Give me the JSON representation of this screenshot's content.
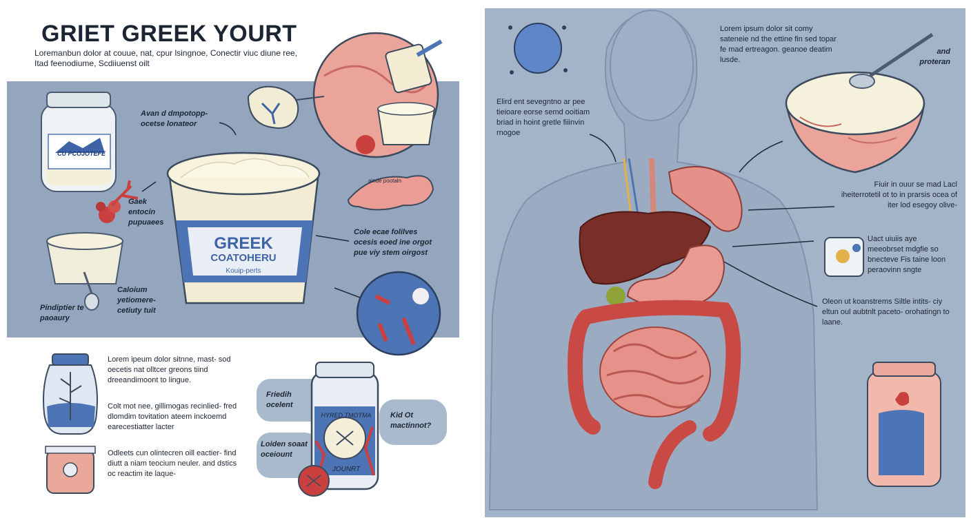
{
  "header": {
    "title": "GRIET GREEK YOURT",
    "subtitle": "Loremanbun dolor at couue, nat, cpur lsingnoe, Conectir viuc diune ree, Itad feenodiume, Scdiiuenst oilt"
  },
  "left_band": {
    "jar_label": "CU PCOJOTEFE",
    "cup_brand_line1": "GREEK",
    "cup_brand_line2": "COATOHERU",
    "cup_brand_line3": "Kouip-perts",
    "labels": {
      "top_callout": "Avan d dmpotopp- ocetse lonateor",
      "culture_label": "Gaek entocin pupuaees",
      "right_callout": "Cole ecae folilves ocesis eoed ine orgot pue viy stem oirgost",
      "calcium_label": "Caloium yetiomere- cetiuty tuit",
      "spoon_label": "Pindiptier te paoaury",
      "protein_strip_label": "ainde pootaln"
    }
  },
  "bottom_left": {
    "rows": [
      {
        "text": "Lorem ipeum dolor sitnne, mast- sod oecetis nat olltcer greons tiind dreeandimoont to lingue."
      },
      {
        "text": "Colt mot nee, gillimogas recinlied- fred dlomdim tovitation ateem inckoemd earecestiatter lacter"
      },
      {
        "text": "Odleets cun olintecren oill eactier- find diutt a niam teocium neuler. and dstics oc reactim ite laque-"
      }
    ],
    "jar_callouts": {
      "left_top": "Friedih ocelent",
      "left_bottom": "Loiden soaat oceiount",
      "right": "Kid Ot mactinnot?",
      "jar_text_top": "HYRED TMOTMA",
      "jar_text_bottom": "JOUNRT"
    }
  },
  "right_panel": {
    "top_paragraph": "Lorem ipsum dolor sit comy sateneie nd the ettine fin sed topar fe mad ertreagon. geanoe deatim lusde.",
    "top_right_label": "and proteran",
    "left_paragraph": "Elird ent sevegntno ar pee tieioare eorse semd ooitiam briad in hoint gretle fiiinvin rnogoe",
    "callout_1": "Fiuir in ouur se mad Lacl iheiterrotetil ot to in prarsis ocea of iter lod esegoy olive-",
    "callout_2": "Uact uiuiis aye meeobrset mdgfie so bnecteve Fis taine loon peraovinn sngte",
    "callout_3": "Oleon ut koanstrems Siltle intits- ciy eltun oul aubtnlt paceto- orohatingn to laane."
  },
  "colors": {
    "band": "#93a6be",
    "panel": "#a4b4c8",
    "yogurt": "#f4efd8",
    "accent_blue": "#4d74b4",
    "organ_red": "#c94a44",
    "liver": "#7a2e28",
    "body": "#9aabc2"
  },
  "icons": [
    "bacteria-icon",
    "spoon-icon",
    "dropper-icon",
    "magnifier-icon"
  ]
}
